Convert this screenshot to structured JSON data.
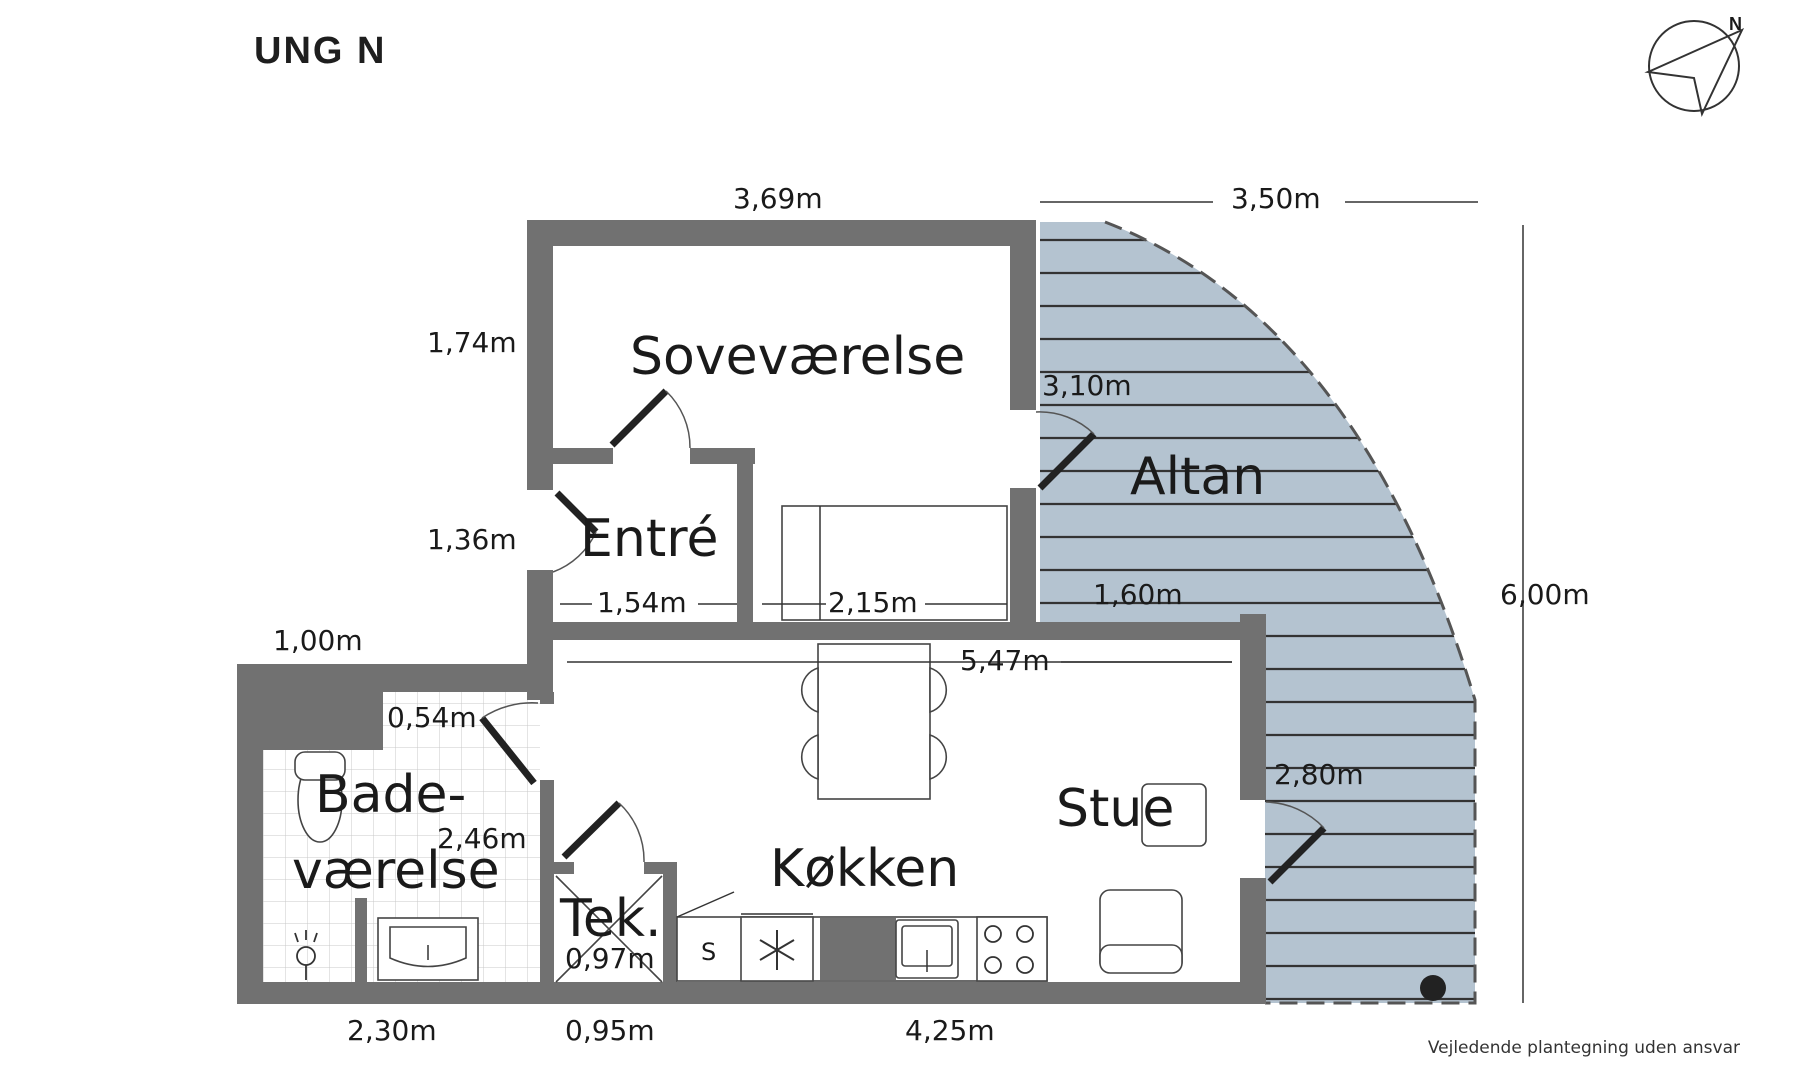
{
  "header": {
    "title": "UNG N"
  },
  "compass": {
    "north_label": "N"
  },
  "footer": {
    "disclaimer": "Vejledende plantegning uden ansvar"
  },
  "colors": {
    "wall": "#717171",
    "balcony": "#b4c3d0",
    "balcony_lines": "#333333",
    "text": "#1a1a1a"
  },
  "rooms": {
    "bedroom": "Soveværelse",
    "entry": "Entré",
    "balcony": "Altan",
    "living": "Stue",
    "kitchen": "Køkken",
    "bath_line1": "Bade-",
    "bath_line2": "værelse",
    "tech": "Tek."
  },
  "dimensions": {
    "top_width": "3,69m",
    "balcony_width": "3,50m",
    "bedroom_height": "1,74m",
    "bedroom_right": "3,10m",
    "entry_height": "1,36m",
    "entry_width": "1,54m",
    "bed_width": "2,15m",
    "balcony_mid": "1,60m",
    "total_height": "6,00m",
    "bath_top": "1,00m",
    "living_width": "5,47m",
    "bath_inner": "0,54m",
    "living_right": "2,80m",
    "bath_height": "2,46m",
    "tech_width_inner": "0,97m",
    "bath_width": "2,30m",
    "tech_width": "0,95m",
    "kitchen_width": "4,25m"
  },
  "appliances": {
    "sink_label": "S"
  }
}
